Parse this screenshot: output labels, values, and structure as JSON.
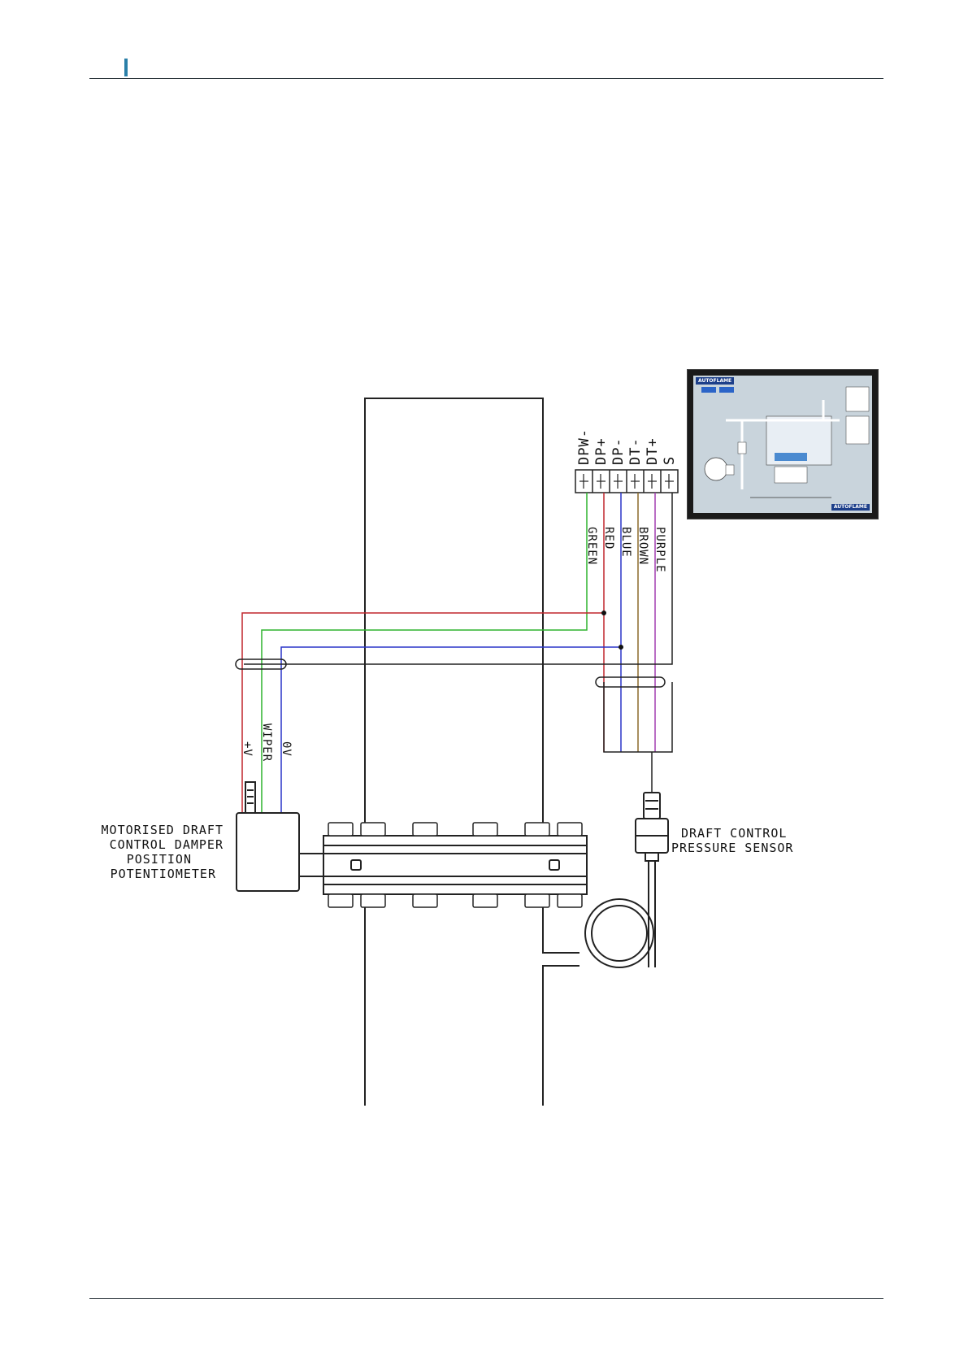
{
  "colors": {
    "header_accent": "#2a7fa8",
    "rule": "#1f2a30",
    "wire_red": "#c0262d",
    "wire_green": "#2fb42f",
    "wire_blue": "#2a35c8",
    "wire_brown": "#8b6a2a",
    "wire_purple": "#a23fb0",
    "wire_black": "#222222"
  },
  "terminals": [
    "DPW-",
    "DP+",
    "DP-",
    "DT-",
    "DT+",
    "S"
  ],
  "wire_colors": [
    "GREEN",
    "RED",
    "BLUE",
    "BROWN",
    "PURPLE"
  ],
  "potentiometer_wires": [
    "+V",
    "WIPER",
    "0V"
  ],
  "labels": {
    "damper": [
      "MOTORISED DRAFT",
      "CONTROL DAMPER",
      "POSITION",
      "POTENTIOMETER"
    ],
    "sensor": [
      "DRAFT CONTROL",
      "PRESSURE SENSOR"
    ]
  },
  "screen": {
    "brand": "AUTOFLAME",
    "brand_footer": "AUTOFLAME"
  }
}
